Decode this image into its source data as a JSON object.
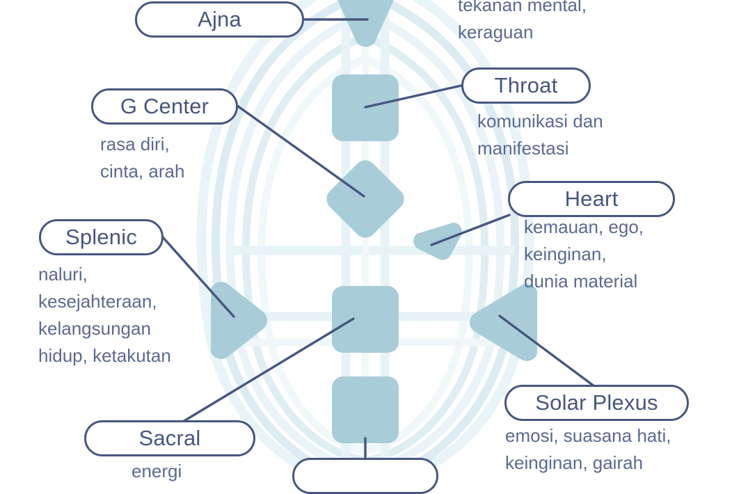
{
  "diagram": {
    "type": "human-design-bodygraph",
    "language": "id",
    "colors": {
      "outline": "#47567f",
      "text": "#5a6a90",
      "center_fill": "#a8cdd9",
      "channel_light": "#e8f3f7",
      "channel_lighter": "#f2f8fa",
      "arc": "#dbebf1",
      "background": "#ffffff"
    }
  },
  "centers": [
    {
      "key": "ajna",
      "label": "Ajna",
      "description": "tekanan mental,\nkeraguan",
      "shape": "triangle-down"
    },
    {
      "key": "throat",
      "label": "Throat",
      "description": "komunikasi dan\nmanifestasi",
      "shape": "square"
    },
    {
      "key": "g_center",
      "label": "G Center",
      "description": "rasa diri,\ncinta, arah",
      "shape": "diamond"
    },
    {
      "key": "heart",
      "label": "Heart",
      "description": "kemauan, ego,\nkeinginan,\ndunia material",
      "shape": "triangle-left-small"
    },
    {
      "key": "splenic",
      "label": "Splenic",
      "description": "naluri,\nkesejahteraan,\nkelangsungan\nhidup, ketakutan",
      "shape": "triangle-right"
    },
    {
      "key": "solar_plexus",
      "label": "Solar Plexus",
      "description": "emosi, suasana hati,\nkeinginan, gairah",
      "shape": "triangle-left"
    },
    {
      "key": "sacral",
      "label": "Sacral",
      "description": "energi",
      "shape": "square"
    }
  ]
}
